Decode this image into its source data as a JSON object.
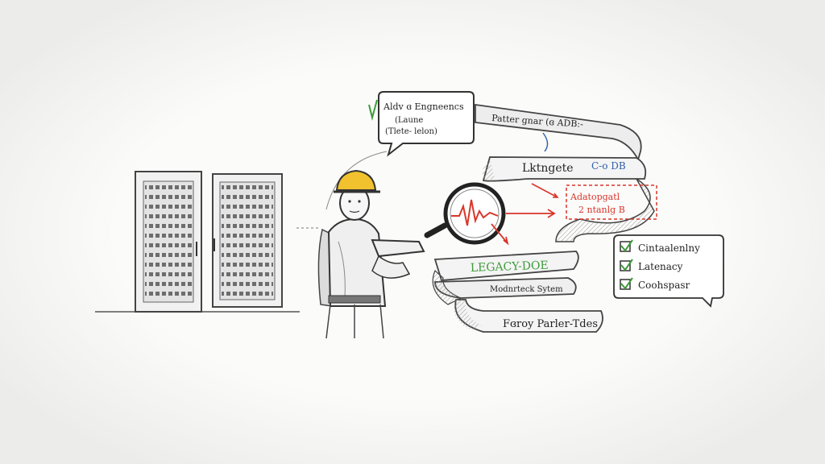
{
  "speech_bubble": {
    "line1": "Aldv ɞ Engneencs",
    "line2": "(Laune",
    "line3": "(Tlete- lelon)"
  },
  "ribbon": {
    "top_label": "Patter gnar (ɞ ADB:-",
    "band2_label": "Lktngete",
    "band2_code": "C-o DB",
    "red_box_line1": "Adatopgatl",
    "red_box_line2": "2 ntanlg B",
    "green_label": "LEGACY-DOE",
    "band4_label": "Modnrteck Sytem",
    "bottom_label": "Fɞroy Parler-Tdes"
  },
  "checklist": {
    "items": [
      "Cintaalenlny",
      "Latenacy",
      "Coohspasr"
    ]
  },
  "colors": {
    "pencil": "#3a3a3a",
    "helmet": "#f1c22e",
    "accent_red": "#d9362b",
    "accent_green": "#3d9b3a",
    "accent_blue": "#2d5fa8"
  }
}
